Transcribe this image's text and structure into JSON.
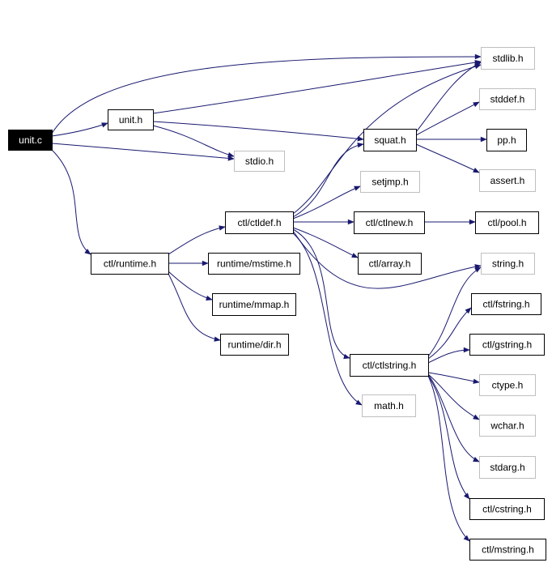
{
  "colors": {
    "edge": "#191970",
    "root_fill": "#000000",
    "root_text": "#ffffff",
    "node_border": "#000000",
    "external_border": "#bfbfbf",
    "node_text": "#000000"
  },
  "nodes": {
    "unit_c": {
      "label": "unit.c",
      "kind": "root"
    },
    "unit_h": {
      "label": "unit.h",
      "kind": "internal"
    },
    "stdlib_h": {
      "label": "stdlib.h",
      "kind": "external"
    },
    "stdio_h": {
      "label": "stdio.h",
      "kind": "external"
    },
    "squat_h": {
      "label": "squat.h",
      "kind": "internal"
    },
    "stddef_h": {
      "label": "stddef.h",
      "kind": "external"
    },
    "pp_h": {
      "label": "pp.h",
      "kind": "internal"
    },
    "assert_h": {
      "label": "assert.h",
      "kind": "external"
    },
    "setjmp_h": {
      "label": "setjmp.h",
      "kind": "external"
    },
    "ctldef_h": {
      "label": "ctl/ctldef.h",
      "kind": "internal"
    },
    "ctlnew_h": {
      "label": "ctl/ctlnew.h",
      "kind": "internal"
    },
    "pool_h": {
      "label": "ctl/pool.h",
      "kind": "internal"
    },
    "array_h": {
      "label": "ctl/array.h",
      "kind": "internal"
    },
    "runtime_h": {
      "label": "ctl/runtime.h",
      "kind": "internal"
    },
    "mstime_h": {
      "label": "runtime/mstime.h",
      "kind": "internal"
    },
    "mmap_h": {
      "label": "runtime/mmap.h",
      "kind": "internal"
    },
    "dir_h": {
      "label": "runtime/dir.h",
      "kind": "internal"
    },
    "string_h": {
      "label": "string.h",
      "kind": "external"
    },
    "fstring_h": {
      "label": "ctl/fstring.h",
      "kind": "internal"
    },
    "gstring_h": {
      "label": "ctl/gstring.h",
      "kind": "internal"
    },
    "ctlstring_h": {
      "label": "ctl/ctlstring.h",
      "kind": "internal"
    },
    "ctype_h": {
      "label": "ctype.h",
      "kind": "external"
    },
    "math_h": {
      "label": "math.h",
      "kind": "external"
    },
    "wchar_h": {
      "label": "wchar.h",
      "kind": "external"
    },
    "stdarg_h": {
      "label": "stdarg.h",
      "kind": "external"
    },
    "cstring_h": {
      "label": "ctl/cstring.h",
      "kind": "internal"
    },
    "mstring_h": {
      "label": "ctl/mstring.h",
      "kind": "internal"
    }
  },
  "edges": [
    {
      "from": "unit_c",
      "to": "stdlib_h"
    },
    {
      "from": "unit_c",
      "to": "unit_h"
    },
    {
      "from": "unit_c",
      "to": "stdio_h"
    },
    {
      "from": "unit_c",
      "to": "runtime_h"
    },
    {
      "from": "unit_h",
      "to": "stdlib_h"
    },
    {
      "from": "unit_h",
      "to": "squat_h"
    },
    {
      "from": "unit_h",
      "to": "stdio_h"
    },
    {
      "from": "squat_h",
      "to": "stdlib_h"
    },
    {
      "from": "squat_h",
      "to": "stddef_h"
    },
    {
      "from": "squat_h",
      "to": "pp_h"
    },
    {
      "from": "squat_h",
      "to": "assert_h"
    },
    {
      "from": "runtime_h",
      "to": "ctldef_h"
    },
    {
      "from": "runtime_h",
      "to": "mstime_h"
    },
    {
      "from": "runtime_h",
      "to": "mmap_h"
    },
    {
      "from": "runtime_h",
      "to": "dir_h"
    },
    {
      "from": "ctldef_h",
      "to": "stdlib_h"
    },
    {
      "from": "ctldef_h",
      "to": "squat_h"
    },
    {
      "from": "ctldef_h",
      "to": "setjmp_h"
    },
    {
      "from": "ctldef_h",
      "to": "ctlnew_h"
    },
    {
      "from": "ctldef_h",
      "to": "array_h"
    },
    {
      "from": "ctldef_h",
      "to": "string_h"
    },
    {
      "from": "ctldef_h",
      "to": "ctlstring_h"
    },
    {
      "from": "ctldef_h",
      "to": "math_h"
    },
    {
      "from": "ctlnew_h",
      "to": "pool_h"
    },
    {
      "from": "ctlstring_h",
      "to": "string_h"
    },
    {
      "from": "ctlstring_h",
      "to": "fstring_h"
    },
    {
      "from": "ctlstring_h",
      "to": "gstring_h"
    },
    {
      "from": "ctlstring_h",
      "to": "ctype_h"
    },
    {
      "from": "ctlstring_h",
      "to": "wchar_h"
    },
    {
      "from": "ctlstring_h",
      "to": "stdarg_h"
    },
    {
      "from": "ctlstring_h",
      "to": "cstring_h"
    },
    {
      "from": "ctlstring_h",
      "to": "mstring_h"
    }
  ]
}
